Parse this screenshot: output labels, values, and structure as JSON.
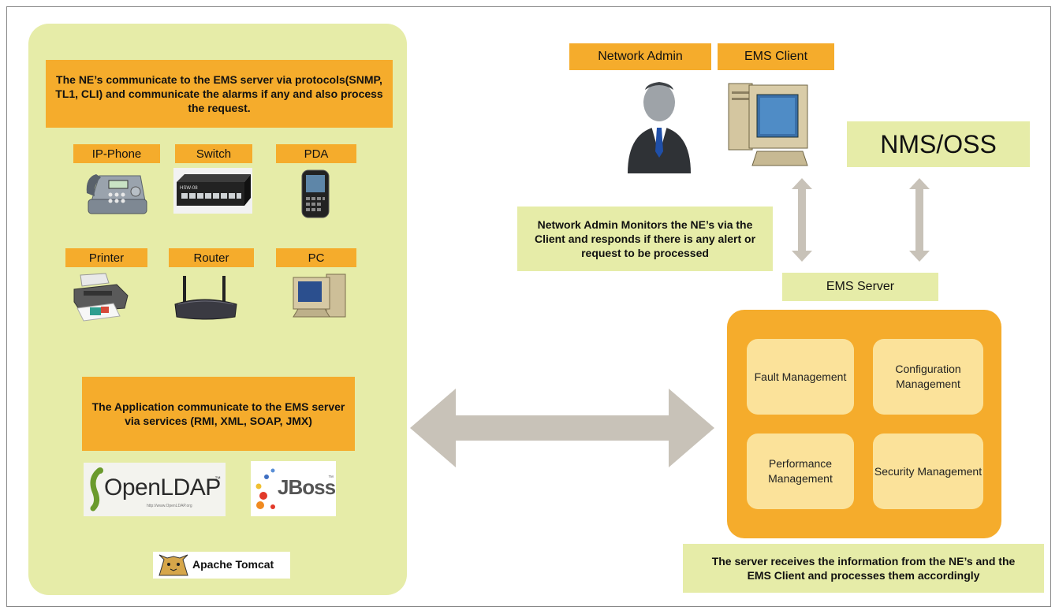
{
  "left_panel": {
    "ne_note": "The NE’s communicate to the EMS server via protocols(SNMP, TL1, CLI)  and communicate the alarms if any and also process the request.",
    "devices": [
      {
        "label": "IP-Phone",
        "icon": "ip-phone-icon"
      },
      {
        "label": "Switch",
        "icon": "switch-icon",
        "device_text": "HSW-08"
      },
      {
        "label": "PDA",
        "icon": "pda-icon"
      },
      {
        "label": "Printer",
        "icon": "printer-icon"
      },
      {
        "label": "Router",
        "icon": "router-icon"
      },
      {
        "label": "PC",
        "icon": "pc-icon"
      }
    ],
    "app_note": "The Application communicate to the EMS server via services (RMI, XML, SOAP, JMX)",
    "logos": {
      "openldap": "OpenLDAP",
      "openldap_tm": "™",
      "openldap_url": "http://www.OpenLDAP.org",
      "jboss": "JBoss",
      "jboss_tm": "™",
      "tomcat": "Apache Tomcat"
    }
  },
  "right_panel": {
    "network_admin": "Network Admin",
    "ems_client": "EMS Client",
    "nms_oss": "NMS/OSS",
    "monitor_note": "Network Admin Monitors the NE’s via the Client and responds if there is any alert or request to be processed",
    "ems_server": "EMS Server",
    "modules": [
      "Fault Management",
      "Configuration Management",
      "Performance Management",
      "Security Management"
    ],
    "server_note": "The server receives the information from the NE’s and the EMS Client and processes them accordingly"
  },
  "colors": {
    "panel_green": "#e6eca8",
    "label_orange": "#f5ac2c",
    "module_yellow": "#fbe29a",
    "arrow_gray": "#c8c2b8"
  }
}
